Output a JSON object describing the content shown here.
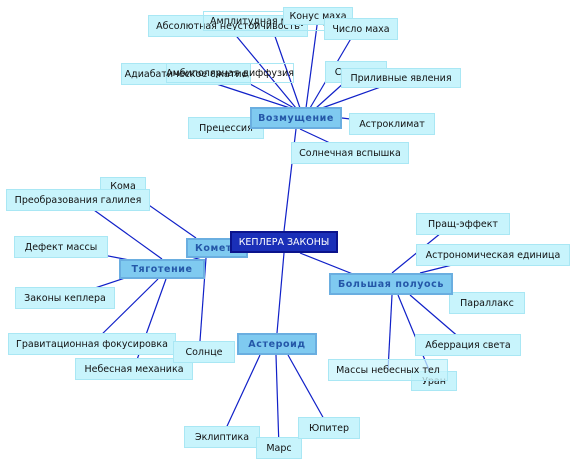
{
  "center": "КЕПЛЕРА ЗАКОНЫ",
  "branches": {
    "vozmushchenie": {
      "label": "Возмущение",
      "children": [
        "Абсолютная неустойчивость",
        "Амплитудная модуляция",
        "Конус маха",
        "Число маха",
        "Адиабатическое сжатие",
        "Амбиполярная диффузия",
        "Секунда",
        "Приливные явления",
        "Прецессия",
        "Астроклимат",
        "Солнечная вспышка"
      ]
    },
    "tyagotenie": {
      "label": "Тяготение",
      "children": [
        "Преобразования галилея",
        "Дефект массы",
        "Законы кеплера",
        "Гравитационная фокусировка",
        "Небесная механика"
      ]
    },
    "kometa": {
      "label": "Комета",
      "children": [
        "Кома"
      ]
    },
    "asteroid": {
      "label": "Астероид",
      "children": [
        "Солнце",
        "Эклиптика",
        "Марс",
        "Юпитер"
      ]
    },
    "poluos": {
      "label": "Большая полуось",
      "children": [
        "Пращ-эффект",
        "Астрономическая единица",
        "Параллакс",
        "Аберрация света",
        "Массы небесных тел",
        "Уран"
      ]
    }
  }
}
